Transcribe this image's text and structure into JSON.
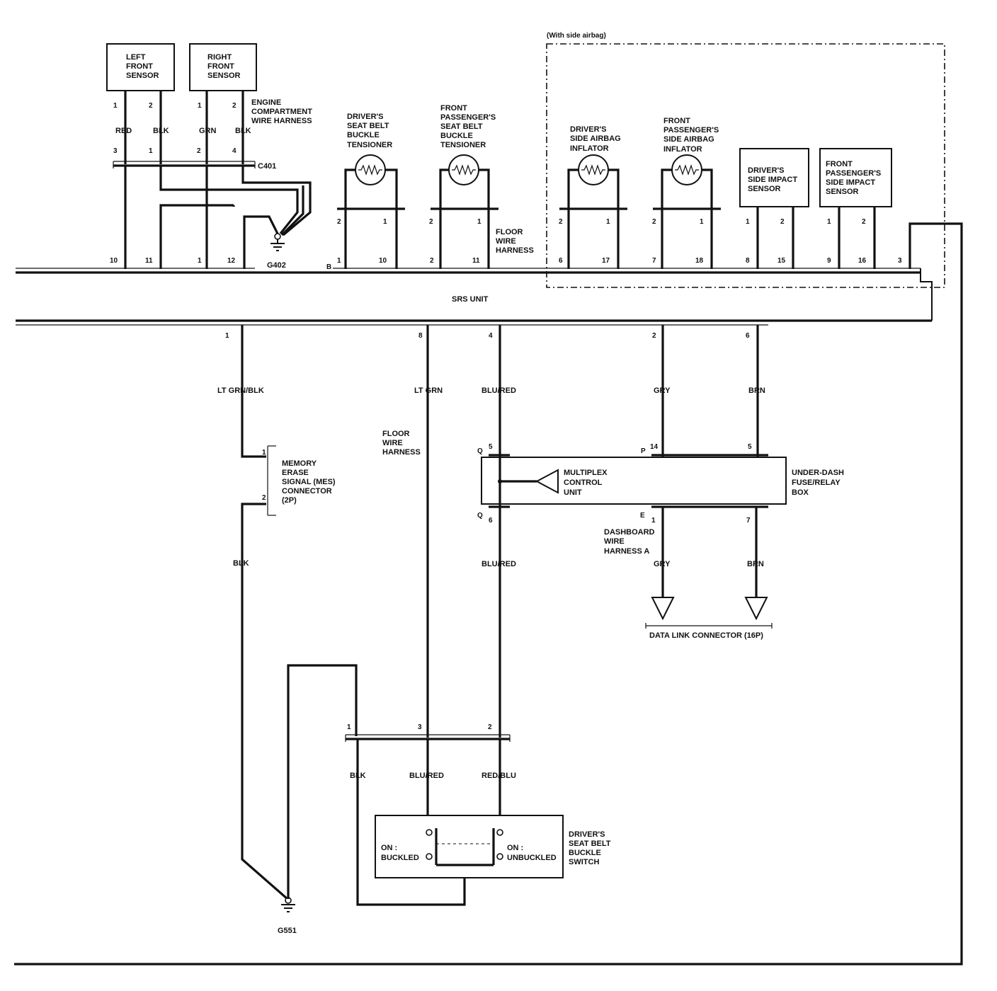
{
  "components": {
    "left_front_sensor": [
      "LEFT",
      "FRONT",
      "SENSOR"
    ],
    "right_front_sensor": [
      "RIGHT",
      "FRONT",
      "SENSOR"
    ],
    "engine_harness": [
      "ENGINE",
      "COMPARTMENT",
      "WIRE HARNESS"
    ],
    "driver_tensioner": [
      "DRIVER'S",
      "SEAT BELT",
      "BUCKLE",
      "TENSIONER"
    ],
    "passenger_tensioner": [
      "FRONT",
      "PASSENGER'S",
      "SEAT BELT",
      "BUCKLE",
      "TENSIONER"
    ],
    "side_airbag_note": "(With side airbag)",
    "driver_side_inflator": [
      "DRIVER'S",
      "SIDE AIRBAG",
      "INFLATOR"
    ],
    "passenger_side_inflator": [
      "FRONT",
      "PASSENGER'S",
      "SIDE AIRBAG",
      "INFLATOR"
    ],
    "driver_side_sensor": [
      "DRIVER'S",
      "SIDE IMPACT",
      "SENSOR"
    ],
    "passenger_side_sensor": [
      "FRONT",
      "PASSENGER'S",
      "SIDE IMPACT",
      "SENSOR"
    ],
    "floor_harness_top": [
      "FLOOR",
      "WIRE",
      "HARNESS"
    ],
    "floor_harness_mid": [
      "FLOOR",
      "WIRE",
      "HARNESS"
    ],
    "srs_unit": "SRS UNIT",
    "mes_connector": [
      "MEMORY",
      "ERASE",
      "SIGNAL (MES)",
      "CONNECTOR",
      "(2P)"
    ],
    "multiplex_unit": [
      "MULTIPLEX",
      "CONTROL",
      "UNIT"
    ],
    "fuse_box": [
      "UNDER-DASH",
      "FUSE/RELAY",
      "BOX"
    ],
    "dashboard_harness": [
      "DASHBOARD",
      "WIRE",
      "HARNESS A"
    ],
    "dlc": "DATA LINK CONNECTOR (16P)",
    "buckle_switch": [
      "DRIVER'S",
      "SEAT BELT",
      "BUCKLE",
      "SWITCH"
    ],
    "on_buckled": [
      "ON :",
      "BUCKLED"
    ],
    "on_unbuckled": [
      "ON :",
      "UNBUCKLED"
    ]
  },
  "connectors": {
    "c401": "C401",
    "g402": "G402",
    "g551": "G551",
    "b": "B",
    "p": "P",
    "q_top": "Q",
    "q_bottom": "Q",
    "e": "E"
  },
  "wire_colors": {
    "red": "RED",
    "blk_top": "BLK",
    "grn": "GRN",
    "blk_top2": "BLK",
    "lt_grn_blk": "LT GRN/BLK",
    "lt_grn": "LT GRN",
    "blu_red": "BLU/RED",
    "gry": "GRY",
    "brn": "BRN",
    "blk_mes": "BLK",
    "blu_red_2": "BLU/RED",
    "gry_2": "GRY",
    "brn_2": "BRN",
    "blk_switch": "BLK",
    "blu_red_switch": "BLU/RED",
    "red_blu_switch": "RED/BLU"
  },
  "pins": {
    "lfs_1": "1",
    "lfs_2": "2",
    "rfs_1": "1",
    "rfs_2": "2",
    "c401_3": "3",
    "c401_1": "1",
    "c401_2": "2",
    "c401_4": "4",
    "srs_10": "10",
    "srs_11": "11",
    "srs_1": "1",
    "srs_12": "12",
    "dt_2": "2",
    "dt_1": "1",
    "pt_2": "2",
    "pt_1": "1",
    "b_1": "1",
    "b_10": "10",
    "b_2": "2",
    "b_11": "11",
    "dsi_2": "2",
    "dsi_1": "1",
    "psi_2": "2",
    "psi_1": "1",
    "dss_1": "1",
    "dss_2": "2",
    "pss_1": "1",
    "pss_2": "2",
    "b_6": "6",
    "b_17": "17",
    "b_7": "7",
    "b_18": "18",
    "b_8": "8",
    "b_15": "15",
    "b_9": "9",
    "b_16": "16",
    "b_3": "3",
    "bot_1": "1",
    "bot_8": "8",
    "bot_4": "4",
    "bot_2": "2",
    "bot_6": "6",
    "mes_1": "1",
    "mes_2": "2",
    "q_5": "5",
    "p_14": "14",
    "p_5": "5",
    "q_6": "6",
    "e_1": "1",
    "e_7": "7",
    "sw_1": "1",
    "sw_3": "3",
    "sw_2": "2"
  }
}
